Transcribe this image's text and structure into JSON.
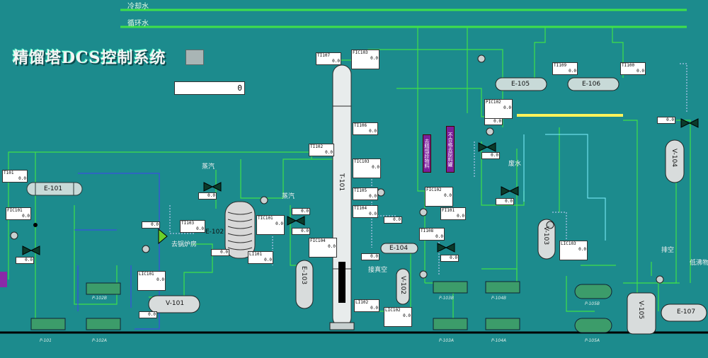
{
  "header": {
    "cooling_water": "冷却水",
    "circulating_water": "循环水",
    "title": "精馏塔DCS控制系统",
    "input_value": "0"
  },
  "tags": [
    {
      "id": "T101",
      "val": "0.0"
    },
    {
      "id": "FIC101",
      "val": "0.0"
    },
    {
      "id": "TI102",
      "val": "0.0"
    },
    {
      "id": "TI103",
      "val": "0.0"
    },
    {
      "id": "TI106",
      "val": "0.0"
    },
    {
      "id": "TIC103",
      "val": "0.0"
    },
    {
      "id": "TI105",
      "val": "0.0"
    },
    {
      "id": "TI104",
      "val": "0.0"
    },
    {
      "id": "TI107",
      "val": "0.0"
    },
    {
      "id": "TI108",
      "val": "0.0"
    },
    {
      "id": "FIC103",
      "val": "0.0"
    },
    {
      "id": "FI101",
      "val": "0.0"
    },
    {
      "id": "TI109",
      "val": "0.0"
    },
    {
      "id": "TI100",
      "val": "0.0"
    },
    {
      "id": "LI101",
      "val": "0.0"
    },
    {
      "id": "LI102",
      "val": "0.0"
    },
    {
      "id": "LIC103",
      "val": "0.0"
    },
    {
      "id": "LIC101",
      "val": "0.0"
    },
    {
      "id": "PIC102",
      "val": "0.0"
    },
    {
      "id": "FIC104",
      "val": "0.0"
    },
    {
      "id": "TIC101",
      "val": "0.0"
    },
    {
      "id": "LIC102",
      "val": "0.0"
    },
    {
      "id": "FIC102",
      "val": "0.0"
    }
  ],
  "values": [
    "0.0",
    "0.0",
    "0.0",
    "0.0",
    "0.0",
    "0.0",
    "0.0",
    "0.0",
    "0.0",
    "0.0",
    "0.0",
    "0.0",
    "0.0",
    "0.0"
  ],
  "equipment": {
    "e101": "E-101",
    "e102": "E-102",
    "e103": "E-103",
    "e104": "E-104",
    "e105": "E-105",
    "e106": "E-106",
    "e107": "E-107",
    "t101": "T-101",
    "v101": "V-101",
    "v102": "V-102",
    "v103": "V-103",
    "v104": "V-104",
    "v105": "V-105",
    "p101": "P-101",
    "p102a": "P-102A",
    "p102b": "P-102B",
    "p103a": "P-103A",
    "p103b": "P-103B",
    "p104a": "P-104A",
    "p104b": "P-104B",
    "p105a": "P-105A",
    "p105b": "P-105B"
  },
  "labels": {
    "steam1": "蒸汽",
    "steam2": "蒸汽",
    "to_boiler": "去锅炉房",
    "to_vacuum": "接真空",
    "waste_water": "废水",
    "vent": "排空",
    "low_boil": "低沸物",
    "purple1": "去精馏段物料",
    "purple2": "不合格去原料罐"
  }
}
